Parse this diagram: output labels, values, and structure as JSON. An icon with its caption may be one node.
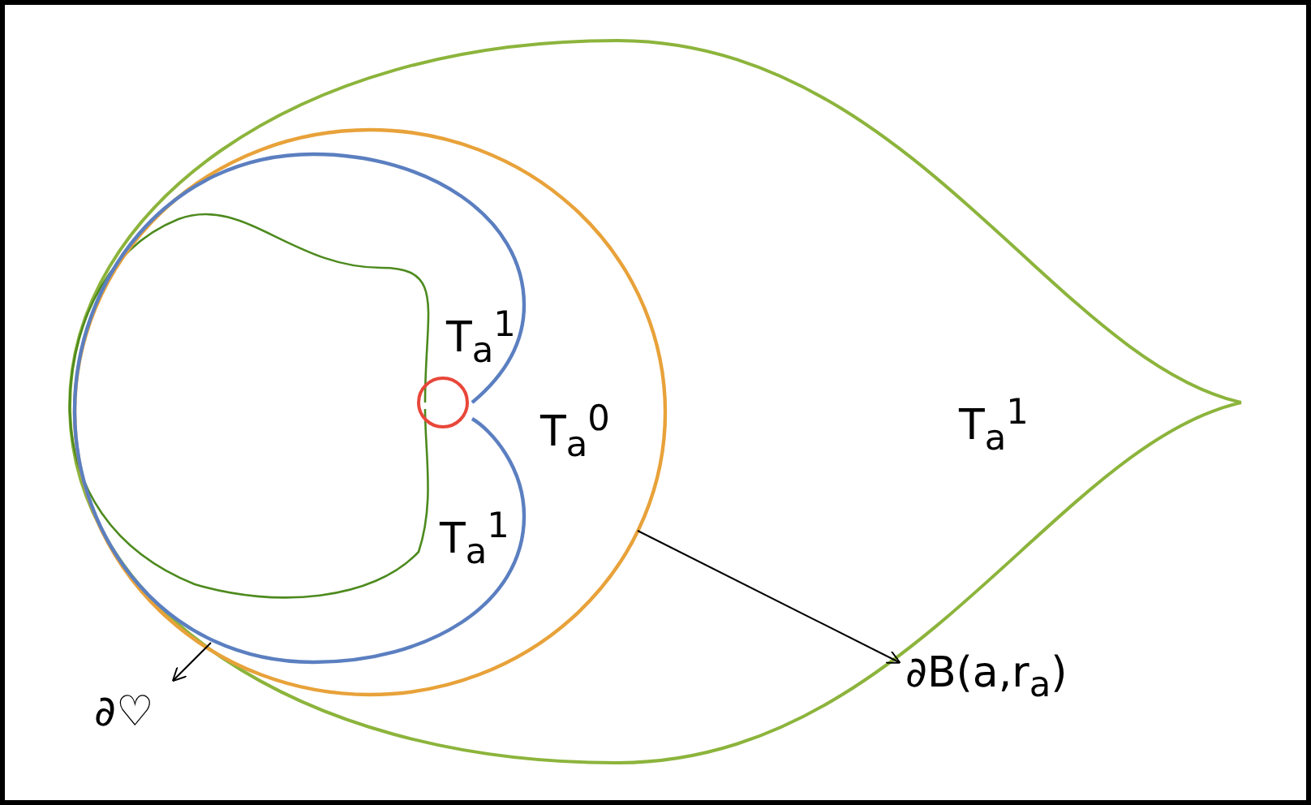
{
  "diagram": {
    "nodes": [
      {
        "text": [
          "∂♡"
        ]
      },
      {
        "text": [
          "∂B(a,r$_{a}$)"
        ]
      },
      {
        "text": [],
        "shape": "circle"
      },
      {
        "text": [],
        "shape": "curve",
        "in": 2
      }
    ],
    "edges": [
      {
        "from": 3,
        "to": 0,
        "arrow": "to"
      },
      {
        "from": 2,
        "to": 1,
        "arrow": "to"
      }
    ],
    "labels": [
      "T$_{a}$$^{1}$",
      "T$_{a}$$^{0}$",
      "T$_{a}$$^{1}$",
      "T$_{a}$$^{1}$"
    ]
  }
}
